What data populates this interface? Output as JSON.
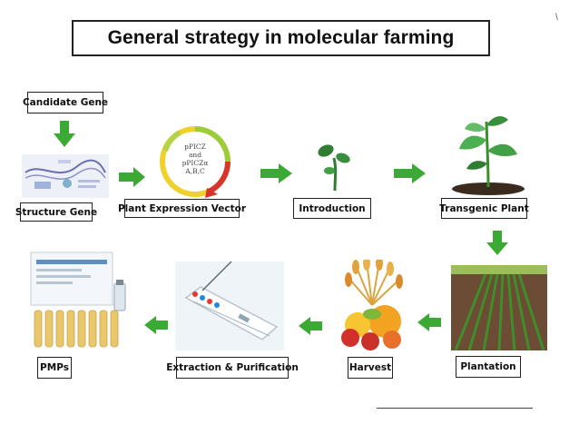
{
  "title": "General strategy in molecular farming",
  "labels": {
    "candidate_gene": "Candidate Gene",
    "structure_gene": "Structure Gene",
    "plant_expression_vector": "Plant Expression Vector",
    "introduction": "Introduction",
    "transgenic_plant": "Transgenic Plant",
    "plantation": "Plantation",
    "harvest": "Harvest",
    "extraction_purification": "Extraction & Purification",
    "pmps": "PMPs"
  },
  "vector_text": {
    "line1": "pPICZ",
    "line2": "and",
    "line3": "pPICZα",
    "line4": "A,B,C"
  },
  "colors": {
    "arrow": "#3aaa35",
    "label_border": "#222222",
    "title_border": "#222222"
  },
  "icons": [
    "down-arrow-icon",
    "right-arrow-icon",
    "left-arrow-icon",
    "plasmid-icon",
    "seedling-icon",
    "plant-icon",
    "field-icon",
    "harvest-icon",
    "device-icon",
    "vials-icon"
  ]
}
